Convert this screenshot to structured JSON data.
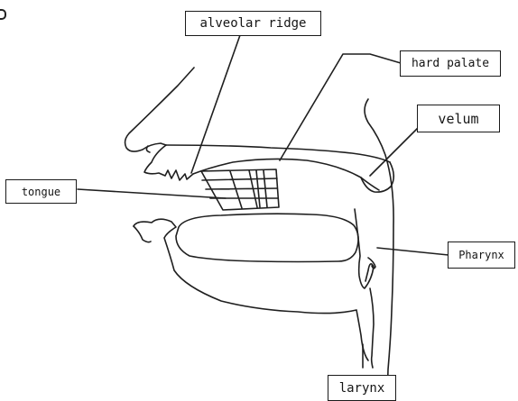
{
  "diagram": {
    "labels": {
      "alveolar_ridge": "alveolar ridge",
      "hard_palate": "hard palate",
      "velum": "velum",
      "tongue": "tongue",
      "pharynx": "Pharynx",
      "larynx": "larynx"
    }
  }
}
